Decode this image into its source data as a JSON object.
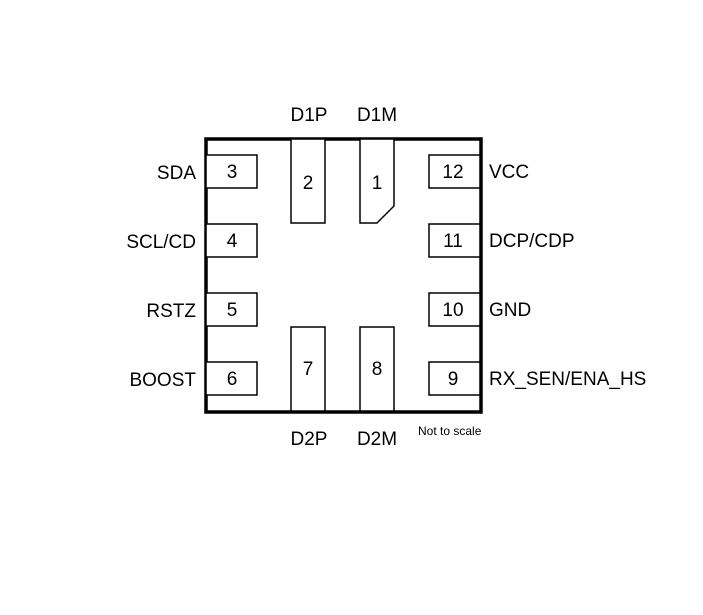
{
  "pins": {
    "p1": {
      "number": "1",
      "signal": "D1M"
    },
    "p2": {
      "number": "2",
      "signal": "D1P"
    },
    "p3": {
      "number": "3",
      "signal": "SDA"
    },
    "p4": {
      "number": "4",
      "signal": "SCL/CD"
    },
    "p5": {
      "number": "5",
      "signal": "RSTZ"
    },
    "p6": {
      "number": "6",
      "signal": "BOOST"
    },
    "p7": {
      "number": "7",
      "signal": "D2P"
    },
    "p8": {
      "number": "8",
      "signal": "D2M"
    },
    "p9": {
      "number": "9",
      "signal": "RX_SEN/ENA_HS"
    },
    "p10": {
      "number": "10",
      "signal": "GND"
    },
    "p11": {
      "number": "11",
      "signal": "DCP/CDP"
    },
    "p12": {
      "number": "12",
      "signal": "VCC"
    }
  },
  "note": "Not to scale",
  "colors": {
    "outline": "#000000",
    "pad_fill": "#ffffff",
    "background": "#ffffff"
  }
}
